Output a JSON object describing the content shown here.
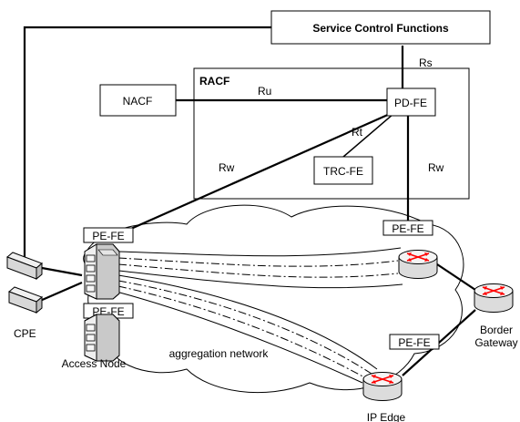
{
  "boxes": {
    "service_control": "Service Control Functions",
    "racf": "RACF",
    "nacf": "NACF",
    "pd_fe": "PD-FE",
    "trc_fe": "TRC-FE",
    "pe_fe_access_top": "PE-FE",
    "pe_fe_access_bottom": "PE-FE",
    "pe_fe_router": "PE-FE",
    "pe_fe_ipedge": "PE-FE"
  },
  "interfaces": {
    "rs": "Rs",
    "ru": "Ru",
    "rt": "Rt",
    "rw_left": "Rw",
    "rw_right": "Rw"
  },
  "labels": {
    "cpe": "CPE",
    "access_node": "Access Node",
    "aggregation_network": "aggregation network",
    "border_gateway_line1": "Border",
    "border_gateway_line2": "Gateway",
    "ip_edge": "IP Edge"
  },
  "colors": {
    "line": "#000000",
    "box_fill": "#ffffff",
    "router_body": "#e6e6e6",
    "router_top": "#f2f2f2",
    "router_arrow": "#ff0000",
    "device_fill": "#e0e0e0"
  },
  "icons": [
    "router-icon",
    "access-node-icon",
    "cpe-device-icon"
  ]
}
